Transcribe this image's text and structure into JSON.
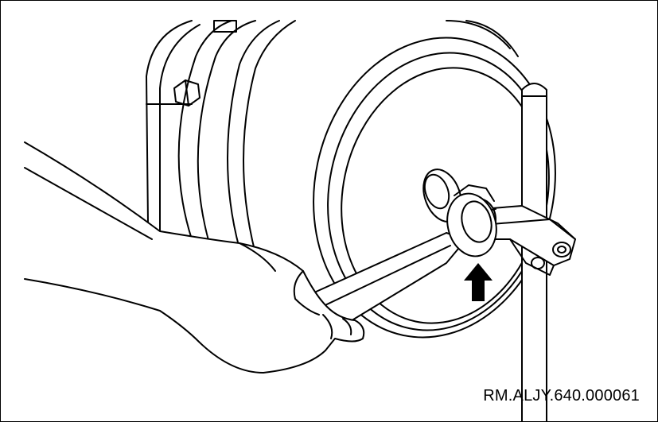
{
  "figure": {
    "reference_code": "RM.ALJY.640.000061",
    "line_color": "#000000",
    "background_color": "#ffffff",
    "parts": [
      "brake-drum",
      "hub-bolt",
      "stand-post",
      "mounting-bracket",
      "ring-spanner",
      "hand",
      "arrow-up-icon"
    ]
  }
}
